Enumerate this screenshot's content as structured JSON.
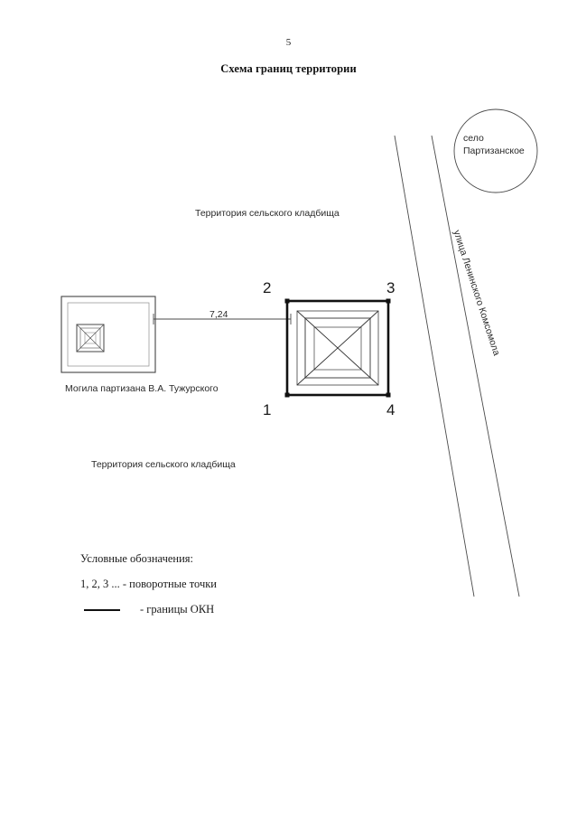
{
  "document": {
    "page_number": "5",
    "title": "Схема границ территории"
  },
  "map": {
    "village_circle_label": "село\nПартизанское",
    "village_circle_line1": "село",
    "village_circle_line2": "Партизанское",
    "street_label": "улица Ленинского Комсомола",
    "cemetery_label_top": "Территория сельского кладбища",
    "cemetery_label_bottom": "Территория сельского кладбища",
    "grave_caption": "Могила партизана В.А. Тужурского",
    "dimension_label": "7,24",
    "corner_points": [
      {
        "id": "1",
        "label": "1"
      },
      {
        "id": "2",
        "label": "2"
      },
      {
        "id": "3",
        "label": "3"
      },
      {
        "id": "4",
        "label": "4"
      }
    ]
  },
  "legend": {
    "title": "Условные обозначения:",
    "items": [
      {
        "text": "1, 2, 3 ... - поворотные точки"
      },
      {
        "text": "- границы ОКН"
      }
    ]
  },
  "colors": {
    "ink": "#1a1a1a",
    "line": "#333333",
    "thin_line": "#555555",
    "paper": "#ffffff"
  }
}
